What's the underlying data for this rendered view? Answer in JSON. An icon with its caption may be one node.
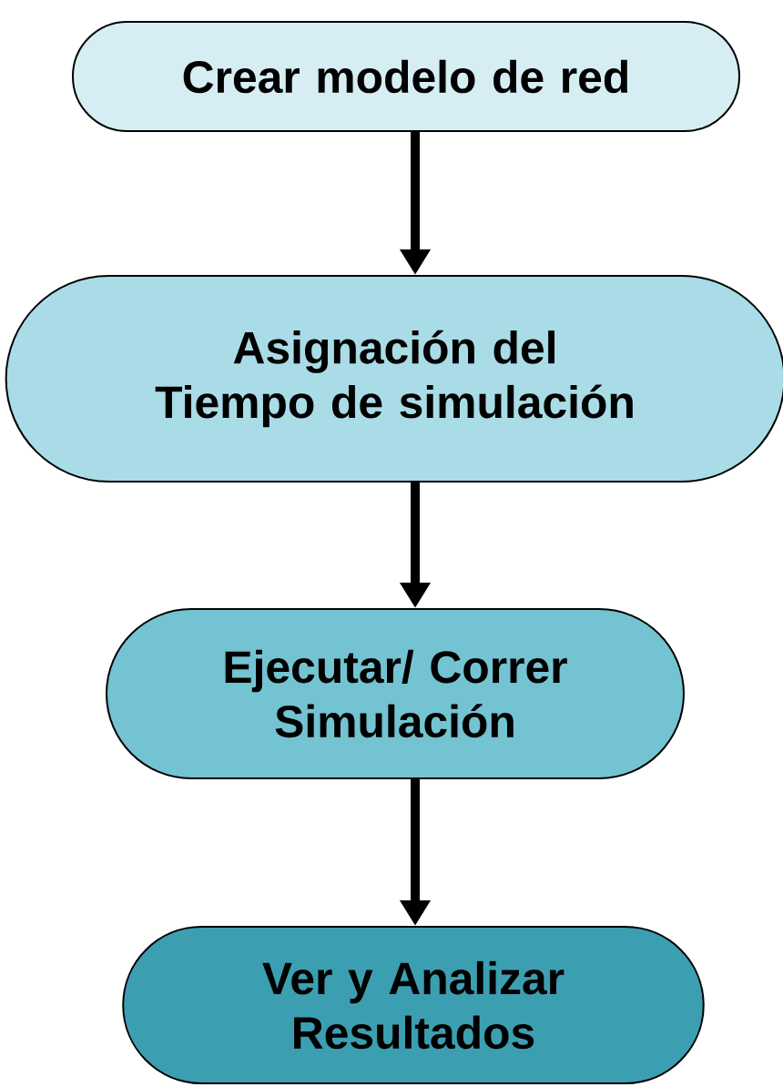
{
  "diagram": {
    "nodes": [
      {
        "text": [
          "Crear modelo de red"
        ]
      },
      {
        "text": [
          "Asignación del Tiempo de simulación"
        ]
      },
      {
        "text": [
          "Ejecutar/ Correr Simulación"
        ]
      },
      {
        "text": [
          "Ver y Analizar Resultados"
        ]
      }
    ],
    "edges": [
      {
        "from": 0,
        "to": 1,
        "arrow": "to"
      },
      {
        "from": 1,
        "to": 2,
        "arrow": "to"
      },
      {
        "from": 2,
        "to": 3,
        "arrow": "to"
      }
    ]
  }
}
